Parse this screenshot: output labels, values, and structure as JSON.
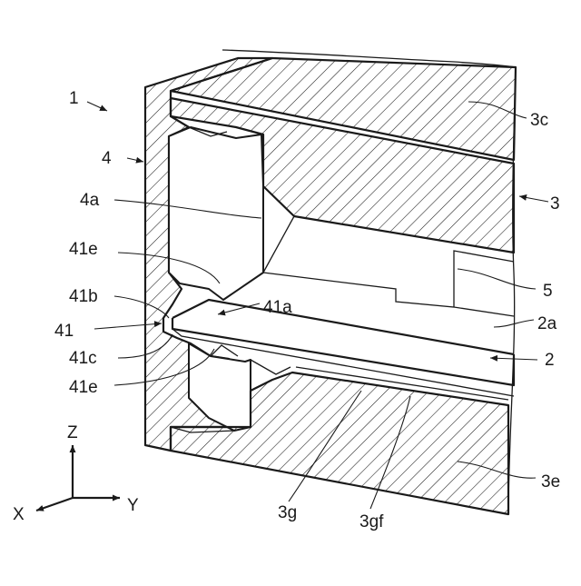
{
  "figure": {
    "labels": {
      "l1": "1",
      "l4": "4",
      "l4a": "4a",
      "l41e_top": "41e",
      "l41b": "41b",
      "l41": "41",
      "l41c": "41c",
      "l41e_bottom": "41e",
      "l41a": "41a",
      "l3c": "3c",
      "l3": "3",
      "l5": "5",
      "l2a": "2a",
      "l2": "2",
      "l3e": "3e",
      "l3g": "3g",
      "l3gf": "3gf"
    },
    "axes": {
      "z": "Z",
      "y": "Y",
      "x": "X"
    }
  }
}
